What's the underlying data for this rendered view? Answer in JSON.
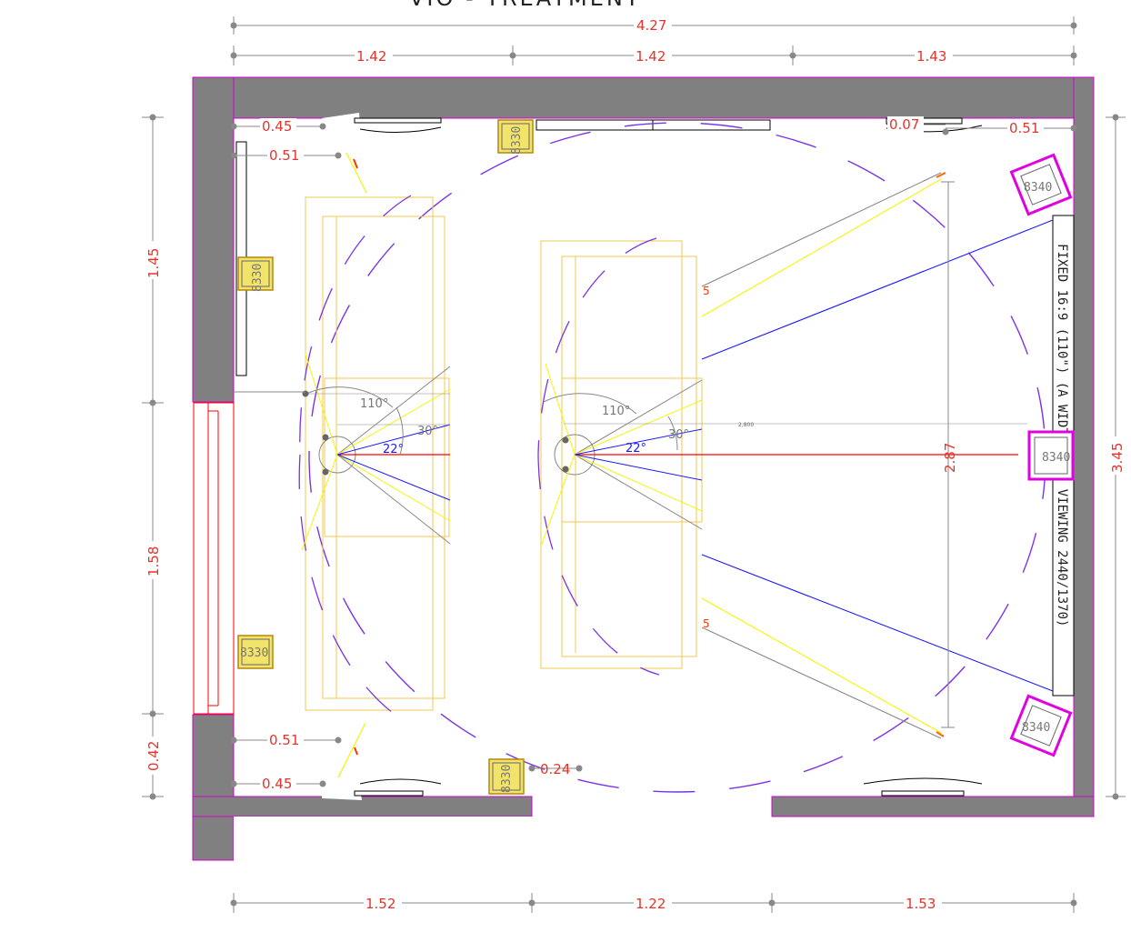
{
  "drawing": {
    "title": "VIO - TREATMENT",
    "screen_label": "FIXED 16:9 (110\") (A WIDTH 2540 VIEWING 2440/1370)",
    "center_dim_small": "2,800"
  },
  "dimensions": {
    "top_overall": "4.27",
    "top_segments": [
      "1.42",
      "1.42",
      "1.43"
    ],
    "bottom_segments": [
      "1.52",
      "1.22",
      "1.53"
    ],
    "left_segments": [
      "1.45",
      "1.58",
      "0.42"
    ],
    "right_overall": "3.45",
    "inner_vertical": "2.87",
    "speaker_offsets": {
      "top_left_a": "0.45",
      "top_left_b": "0.51",
      "bottom_left_b": "0.51",
      "bottom_left_a": "0.45",
      "top_right_a": "0.07",
      "top_right_b": "0.51",
      "bottom_door": "0.24"
    }
  },
  "speakers": {
    "top_center": "8330",
    "left_upper": "8330",
    "left_lower": "8330",
    "bottom_center": "8330",
    "front_right_upper": "8340",
    "front_center": "8340",
    "front_right_lower": "8340"
  },
  "angles": {
    "row1": {
      "wide": "110°",
      "mid": "30°",
      "narrow": "22°"
    },
    "row2": {
      "wide": "110°",
      "mid": "30°",
      "narrow": "22°"
    }
  },
  "colors": {
    "wall": "#808080",
    "wall_edge": "#d000d0",
    "dimension": "#e8322a",
    "seating": "#f2c94c",
    "sightline_blue": "#1a1aff",
    "sightline_yellow": "#f5f500",
    "axis_red": "#ff0000",
    "arc_purple": "#7a33e6",
    "speaker_outline": "#e000e0"
  }
}
